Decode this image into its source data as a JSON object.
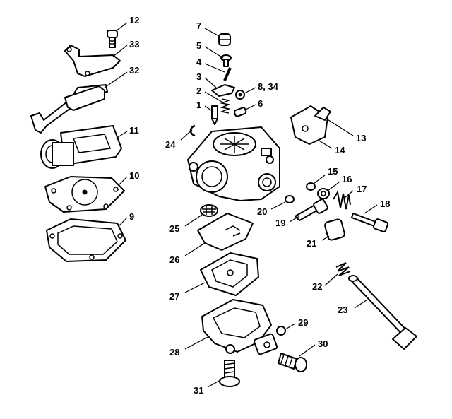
{
  "diagram": {
    "callouts": [
      {
        "id": "12",
        "text": "12"
      },
      {
        "id": "33",
        "text": "33"
      },
      {
        "id": "32",
        "text": "32"
      },
      {
        "id": "11",
        "text": "11"
      },
      {
        "id": "10",
        "text": "10"
      },
      {
        "id": "9",
        "text": "9"
      },
      {
        "id": "7",
        "text": "7"
      },
      {
        "id": "5",
        "text": "5"
      },
      {
        "id": "4",
        "text": "4"
      },
      {
        "id": "3",
        "text": "3"
      },
      {
        "id": "2",
        "text": "2"
      },
      {
        "id": "1",
        "text": "1"
      },
      {
        "id": "8-34",
        "text": "8, 34"
      },
      {
        "id": "6",
        "text": "6"
      },
      {
        "id": "24",
        "text": "24"
      },
      {
        "id": "13",
        "text": "13"
      },
      {
        "id": "14",
        "text": "14"
      },
      {
        "id": "15",
        "text": "15"
      },
      {
        "id": "16",
        "text": "16"
      },
      {
        "id": "17",
        "text": "17"
      },
      {
        "id": "18",
        "text": "18"
      },
      {
        "id": "20",
        "text": "20"
      },
      {
        "id": "19",
        "text": "19"
      },
      {
        "id": "21",
        "text": "21"
      },
      {
        "id": "25",
        "text": "25"
      },
      {
        "id": "26",
        "text": "26"
      },
      {
        "id": "27",
        "text": "27"
      },
      {
        "id": "22",
        "text": "22"
      },
      {
        "id": "23",
        "text": "23"
      },
      {
        "id": "28",
        "text": "28"
      },
      {
        "id": "29",
        "text": "29"
      },
      {
        "id": "30",
        "text": "30"
      },
      {
        "id": "31",
        "text": "31"
      }
    ]
  }
}
